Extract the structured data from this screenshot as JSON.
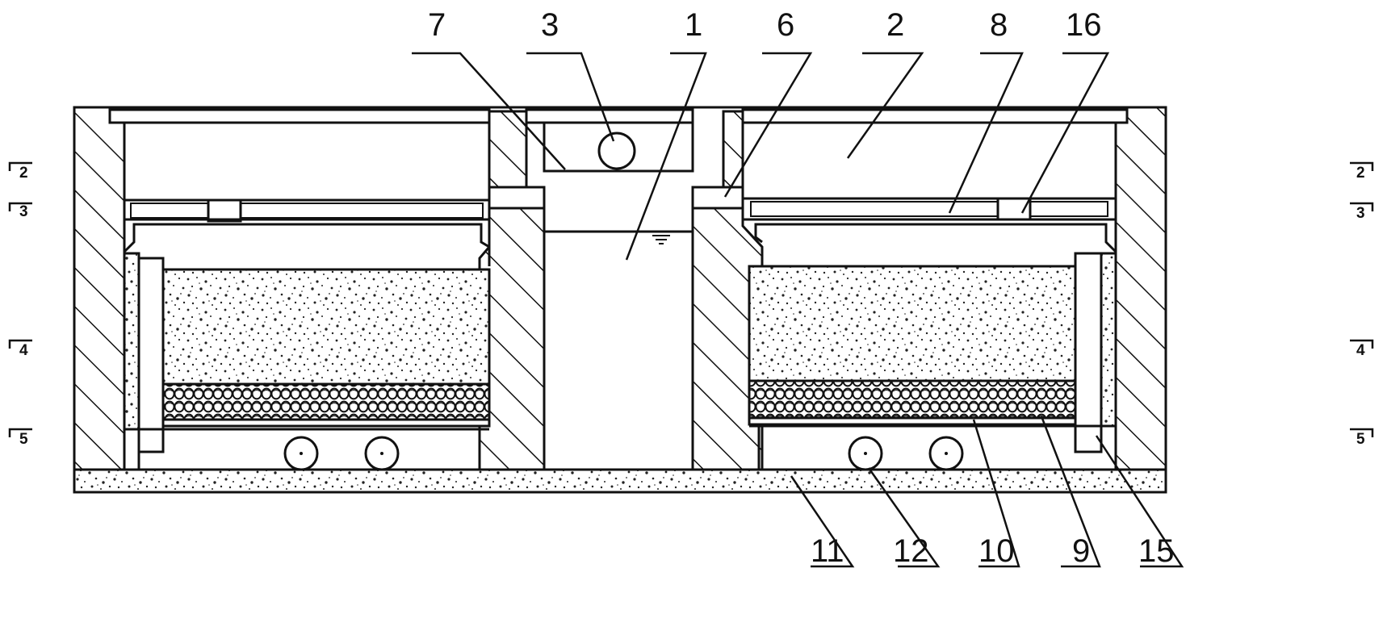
{
  "callouts_top": [
    "7",
    "3",
    "1",
    "6",
    "2",
    "8",
    "16"
  ],
  "callouts_bottom": [
    "11",
    "12",
    "10",
    "9",
    "15"
  ],
  "section_marks_left": [
    "2",
    "3",
    "4",
    "5"
  ],
  "section_marks_right": [
    "2",
    "3",
    "4",
    "5"
  ],
  "colors": {
    "line": "#111111",
    "paper": "#ffffff"
  }
}
